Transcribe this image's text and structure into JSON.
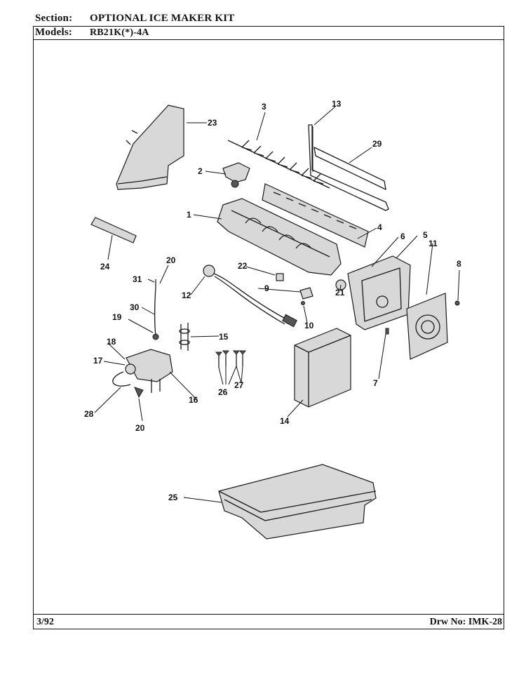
{
  "header": {
    "section_label": "Section:",
    "section_value": "OPTIONAL ICE MAKER KIT",
    "models_label": "Models:",
    "models_value": "RB21K(*)-4A"
  },
  "footer": {
    "date": "3/92",
    "drawing_no": "Drw No: IMK-28"
  },
  "callouts": [
    "1",
    "2",
    "3",
    "4",
    "5",
    "6",
    "7",
    "8",
    "9",
    "10",
    "11",
    "12",
    "13",
    "14",
    "15",
    "16",
    "17",
    "18",
    "19",
    "20",
    "20",
    "21",
    "22",
    "23",
    "24",
    "25",
    "26",
    "27",
    "28",
    "29",
    "30",
    "31"
  ]
}
